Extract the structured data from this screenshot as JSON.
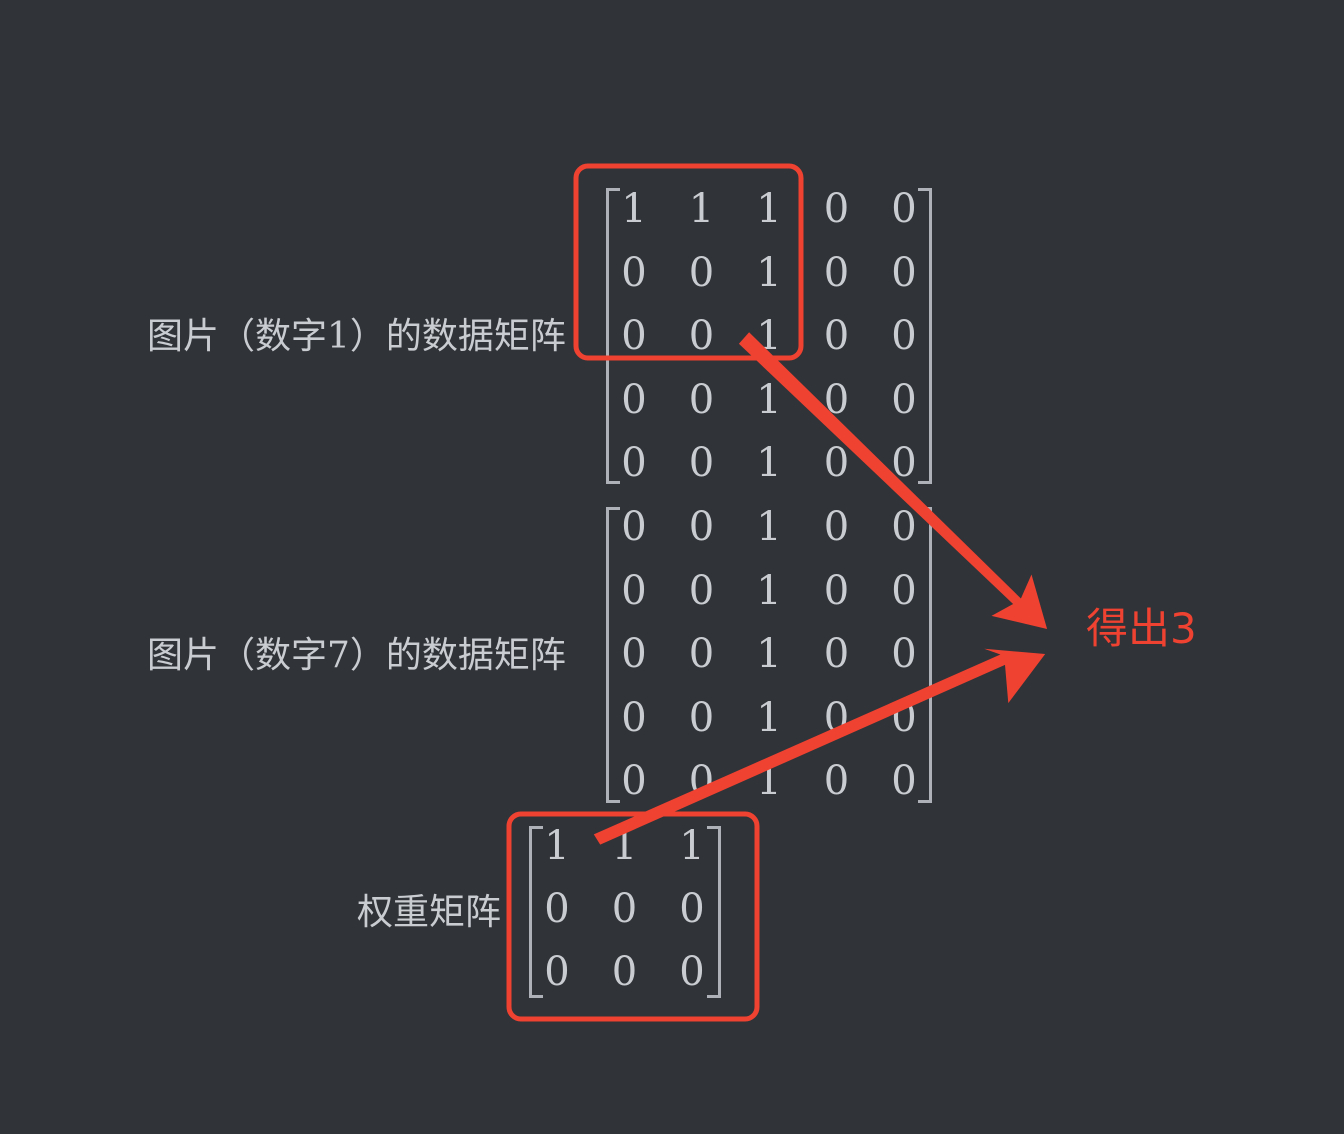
{
  "labels": {
    "matrix1": "图片（数字1）的数据矩阵",
    "matrix7": "图片（数字7）的数据矩阵",
    "weight": "权重矩阵",
    "result": "得出3"
  },
  "matrices": {
    "digit1": [
      [
        "1",
        "1",
        "1",
        "0",
        "0"
      ],
      [
        "0",
        "0",
        "1",
        "0",
        "0"
      ],
      [
        "0",
        "0",
        "1",
        "0",
        "0"
      ],
      [
        "0",
        "0",
        "1",
        "0",
        "0"
      ],
      [
        "0",
        "0",
        "1",
        "0",
        "0"
      ]
    ],
    "digit7": [
      [
        "0",
        "0",
        "1",
        "0",
        "0"
      ],
      [
        "0",
        "0",
        "1",
        "0",
        "0"
      ],
      [
        "0",
        "0",
        "1",
        "0",
        "0"
      ],
      [
        "0",
        "0",
        "1",
        "0",
        "0"
      ],
      [
        "0",
        "0",
        "1",
        "0",
        "0"
      ]
    ],
    "weight": [
      [
        "1",
        "1",
        "1"
      ],
      [
        "0",
        "0",
        "0"
      ],
      [
        "0",
        "0",
        "0"
      ]
    ]
  },
  "colors": {
    "background": "#303338",
    "text": "#c9ccd1",
    "bracket": "#aeb2b8",
    "highlight": "#ef4231"
  }
}
